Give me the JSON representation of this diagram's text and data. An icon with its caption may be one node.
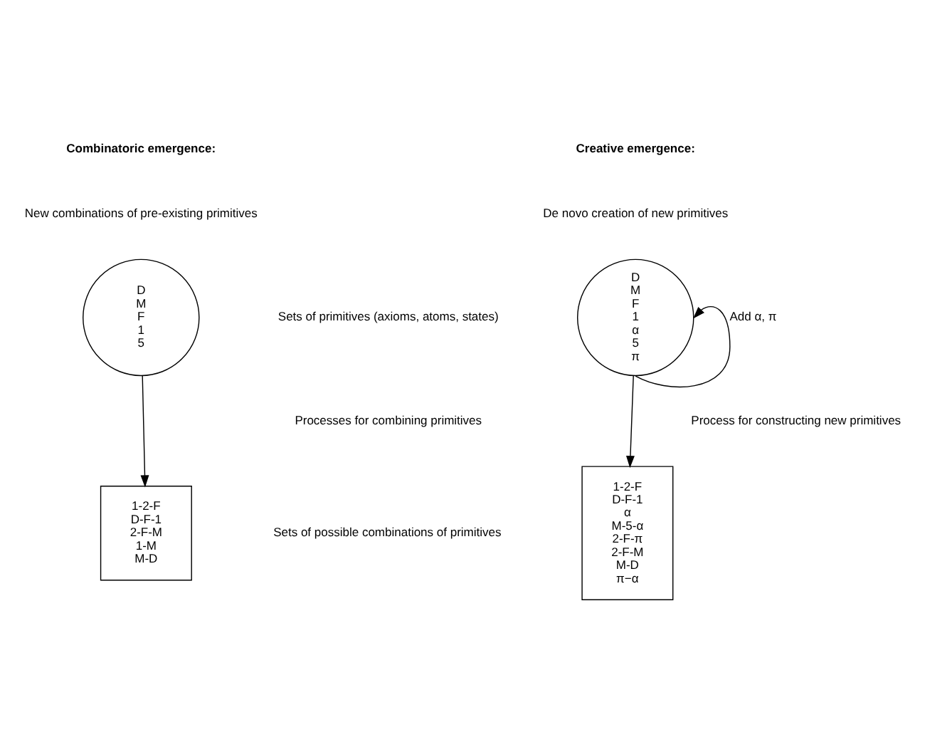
{
  "diagram": {
    "nodes": [
      {
        "text": [
          "D",
          "M",
          "F",
          "1",
          "5"
        ]
      },
      {
        "text": [
          "D",
          "M",
          "F",
          "1",
          "α",
          "5",
          "π"
        ]
      },
      {
        "text": [
          "1-2-F",
          "D-F-1",
          "2-F-M",
          "1-M",
          "M-D"
        ]
      },
      {
        "text": [
          "1-2-F",
          "D-F-1",
          "α",
          "M-5-α",
          "2-F-π",
          "2-F-M",
          "M-D",
          "π−α"
        ]
      }
    ],
    "edges": [
      {
        "from": 0,
        "to": 2,
        "arrow": "to"
      },
      {
        "from": 1,
        "to": 1,
        "arrow": "to",
        "label": "Add α, π"
      },
      {
        "from": 1,
        "to": 3,
        "arrow": "to"
      }
    ],
    "labels": [
      "Combinatoric emergence:",
      "New combinations of pre-existing primitives",
      "Creative emergence:",
      "De novo creation of new primitives",
      "Sets of primitives (axioms, atoms, states)",
      "Processes for combining primitives",
      "Process for constructing new primitives",
      "Sets of possible combinations of primitives"
    ]
  }
}
